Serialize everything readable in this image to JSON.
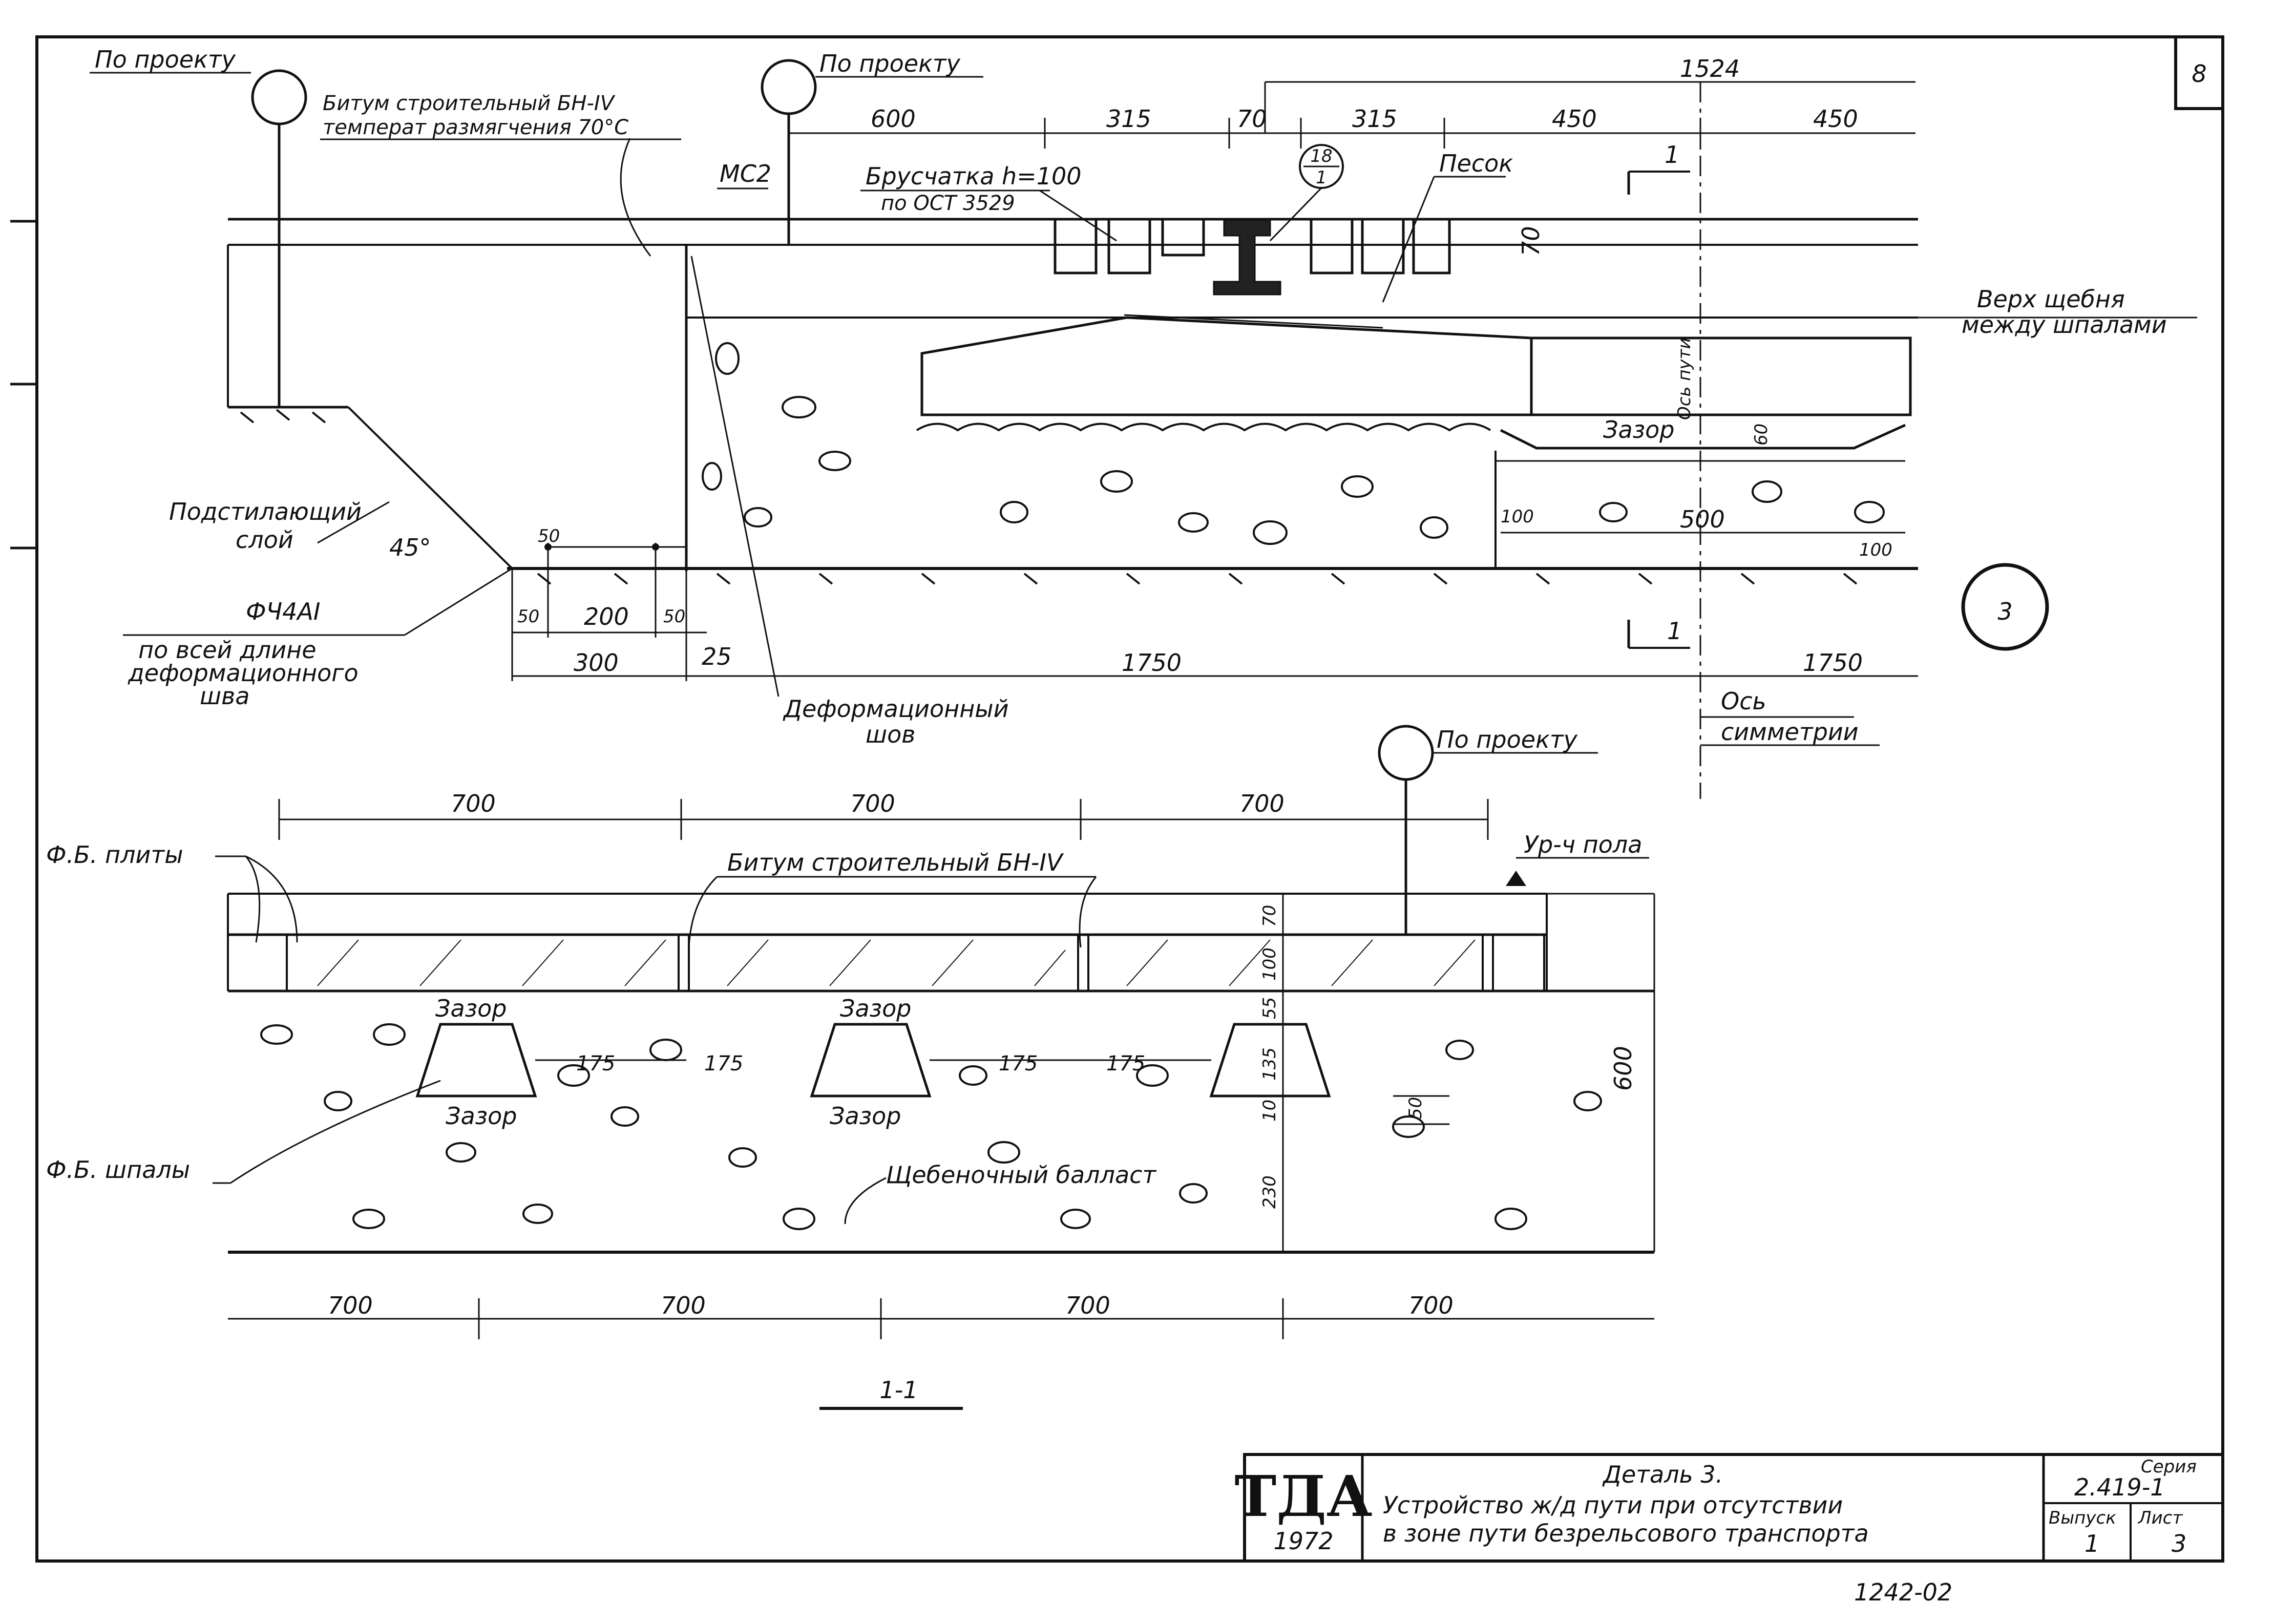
{
  "sheet_number": "8",
  "detail_circle": "3",
  "top_section": {
    "labels": {
      "po_proektu_left": "По проекту",
      "po_proektu_mid": "По проекту",
      "bitum_line1": "Битум строительный БН-IV",
      "bitum_line2": "температ размягчения 70°С",
      "ms2": "МС2",
      "bruschatka_line1": "Брусчатка h=100",
      "bruschatka_line2": "по ОСТ 3529",
      "pesok": "Песок",
      "callout_top": "18",
      "callout_bottom": "1",
      "verh_line1": "Верх щебня",
      "verh_line2": "между шпалами",
      "zazor": "Зазор",
      "os_puti": "Ось пути",
      "podstil_line1": "Подстилающий",
      "podstil_line2": "слой",
      "angle": "45°",
      "fchai_line1": "ФЧ4АI",
      "fchai_line2": "по всей длине",
      "fchai_line3": "деформационного",
      "fchai_line4": "шва",
      "deform_line1": "Деформационный",
      "deform_line2": "шов",
      "os_simm_line1": "Ось",
      "os_simm_line2": "симметрии",
      "section_mark": "1"
    },
    "dimensions": {
      "d1524": "1524",
      "d600": "600",
      "d315a": "315",
      "d70a": "70",
      "d315b": "315",
      "d450a": "450",
      "d450b": "450",
      "d70v": "70",
      "d60": "60",
      "d100l": "100",
      "d500": "500",
      "d100r": "100",
      "d50a": "50",
      "d50b": "50",
      "d200": "200",
      "d50c": "50",
      "d300": "300",
      "d25": "25",
      "d1750a": "1750",
      "d1750b": "1750"
    }
  },
  "bottom_section": {
    "labels": {
      "po_proektu": "По проекту",
      "fb_plity": "Ф.Б. плиты",
      "bitum": "Битум строительный БН-IV",
      "uroven_pola": "Ур-ч пола",
      "zazor1": "Зазор",
      "zazor2": "Зазор",
      "zazor3": "Зазор",
      "zazor4": "Зазор",
      "fb_shpaly": "Ф.Б. шпалы",
      "ballast": "Щебеночный балласт",
      "section_title": "1-1"
    },
    "dimensions": {
      "top": [
        "700",
        "700",
        "700"
      ],
      "bottom": [
        "700",
        "700",
        "700",
        "700"
      ],
      "d175": [
        "175",
        "175",
        "175",
        "175"
      ],
      "vert": [
        "70",
        "100",
        "55",
        "135",
        "10",
        "230"
      ],
      "d50": "50",
      "d600": "600"
    }
  },
  "title_block": {
    "org": "ТДА",
    "year": "1972",
    "detail_title": "Деталь 3.",
    "desc_line1": "Устройство ж/д пути при отсутствии",
    "desc_line2": "в зоне пути безрельсового транспорта",
    "series_label": "Серия",
    "series_value": "2.419-1",
    "issue_label": "Выпуск",
    "issue_value": "1",
    "sheet_label": "Лист",
    "sheet_value": "3"
  },
  "footer_code": "1242-02"
}
